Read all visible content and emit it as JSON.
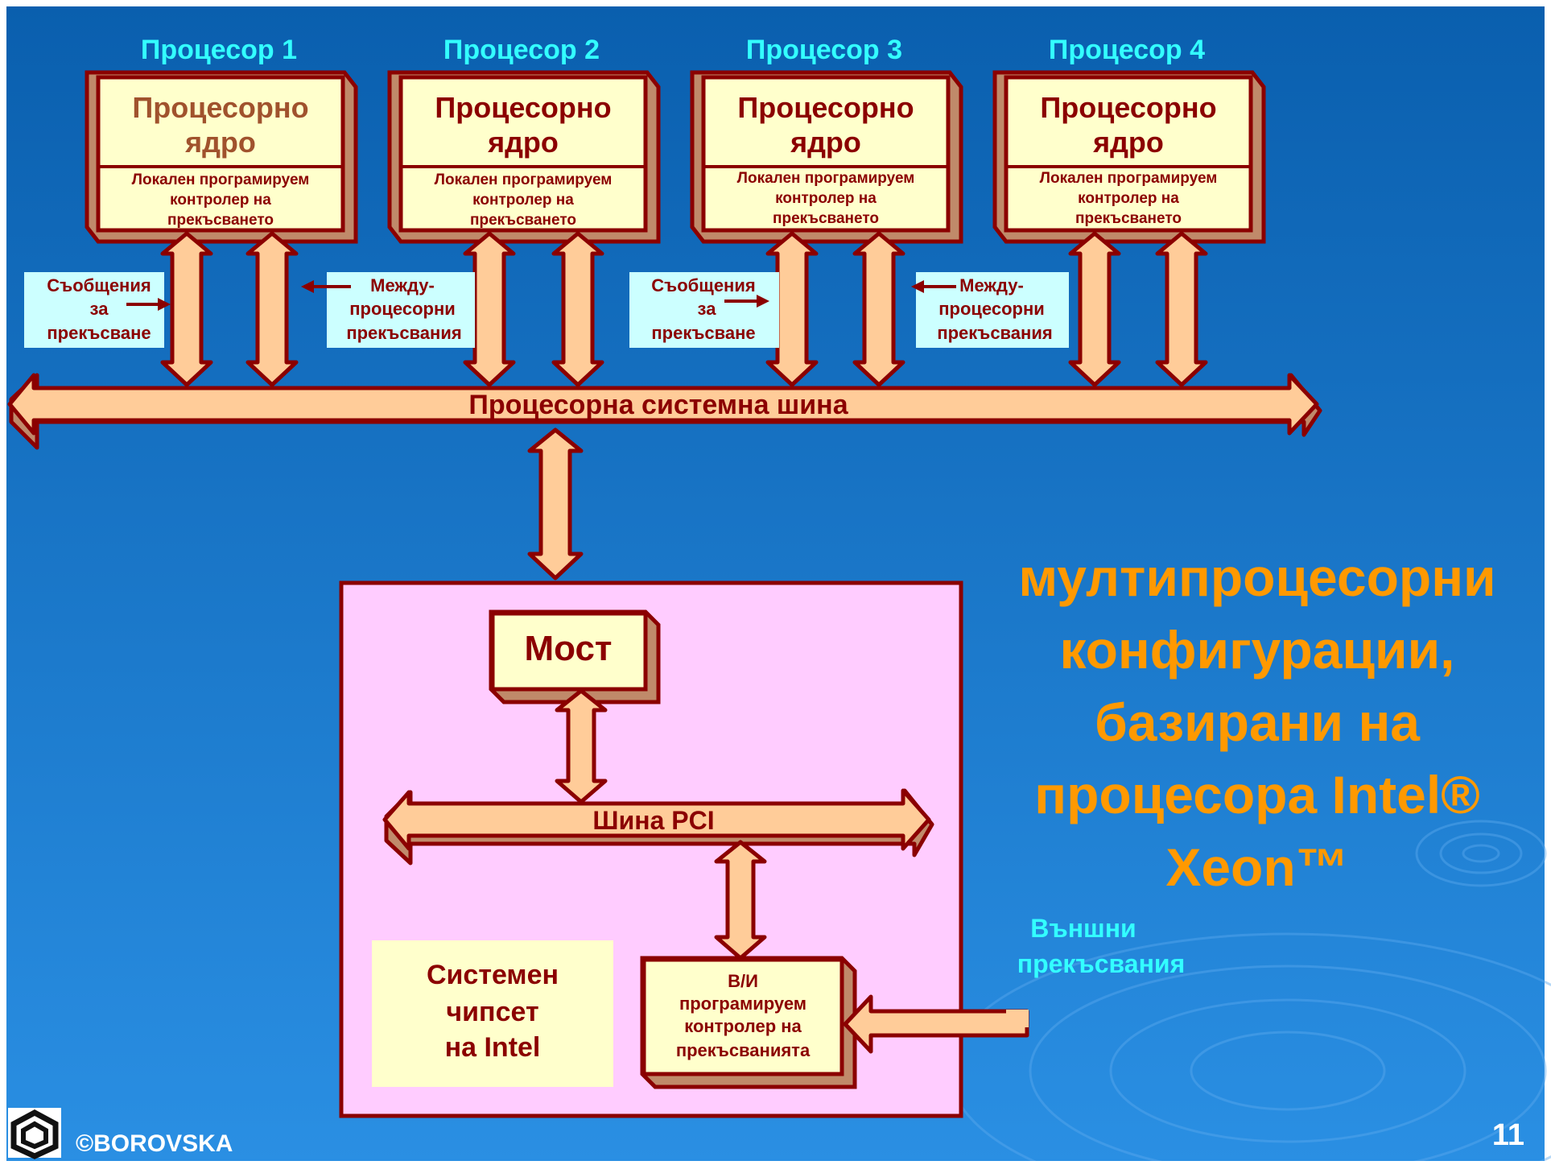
{
  "processors": [
    {
      "title": "Процесор  1",
      "core_line1": "Процесорно",
      "core_line2": "ядро",
      "apic": [
        "Локален програмируем",
        "контролер на",
        "прекъсването"
      ]
    },
    {
      "title": "Процесор  2",
      "core_line1": "Процесорно",
      "core_line2": "ядро",
      "apic": [
        "Локален програмируем",
        "контролер на",
        "прекъсването"
      ]
    },
    {
      "title": "Процесор  3",
      "core_line1": "Процесорно",
      "core_line2": "ядро",
      "apic": [
        "Локален програмируем",
        "контролер на",
        "прекъсването"
      ]
    },
    {
      "title": "Процесор  4",
      "core_line1": "Процесорно",
      "core_line2": "ядро",
      "apic": [
        "Локален програмируем",
        "контролер на",
        "прекъсването"
      ]
    }
  ],
  "labels": {
    "messages": [
      "Съобщения",
      "за",
      "прекъсване"
    ],
    "ipi": [
      "Между-",
      "процесорни",
      "прекъсвания"
    ]
  },
  "system_bus": "Процесорна системна шина",
  "bridge": "Мост",
  "pci_bus": "Шина PCI",
  "chipset": [
    "Системен",
    "чипсет",
    "на Intel"
  ],
  "io_apic": [
    "В/И",
    "програмируем",
    "контролер на",
    "прекъсванията"
  ],
  "external_interrupts": [
    "Външни",
    "прекъсвания"
  ],
  "slide_title": [
    "мултипроцесорни",
    "конфигурации,",
    "базирани на",
    "процесора Intel®",
    "Xeon™"
  ],
  "footer": {
    "copyright": "©BOROVSKA",
    "page": "11"
  },
  "colors": {
    "bg_top": "#0a5fae",
    "bg_bottom": "#2a8fe3",
    "box_fill": "#ffffcc",
    "outline": "#8b0000",
    "arrow_fill": "#ffcc99",
    "title_cyan": "#33ffff",
    "label_box": "#ccffff",
    "chipset_box": "#ffccff",
    "orange": "#ff9900"
  }
}
